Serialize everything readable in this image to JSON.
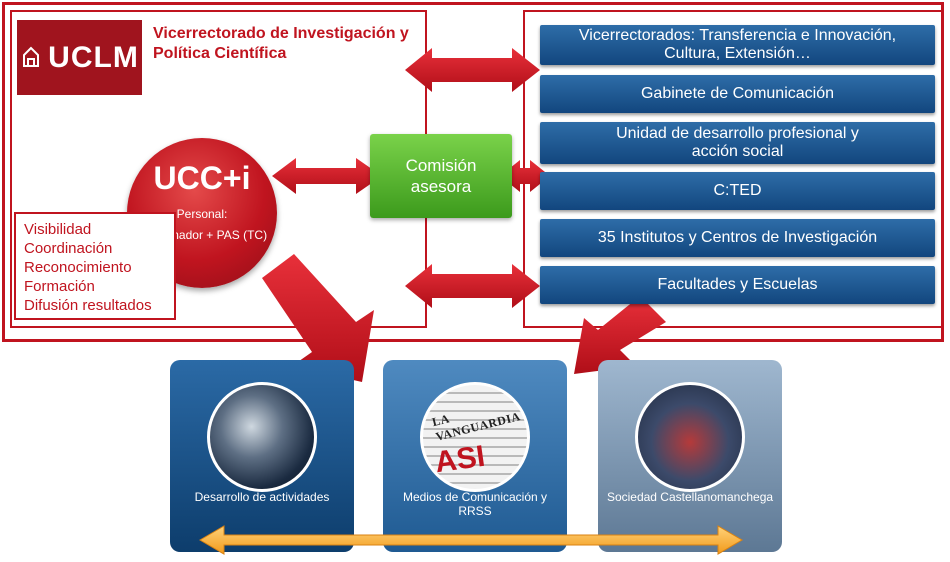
{
  "logo": {
    "icon": "uclm-emblem-icon",
    "text": "UCLM"
  },
  "title": {
    "line1": "Vicerrectorado de Investigación y",
    "line2": "Política Científica"
  },
  "ucc": {
    "title": "UCC+i",
    "line1": "Personal:",
    "line2": "Coordinador + PAS (TC)"
  },
  "functions": [
    "Visibilidad",
    "Coordinación",
    "Reconocimiento",
    "Formación",
    "Difusión resultados"
  ],
  "comision": {
    "line1": "Comisión",
    "line2": "asesora"
  },
  "right_boxes": [
    {
      "line1": "Vicerrectorados: Transferencia e Innovación,",
      "line2": "Cultura, Extensión…"
    },
    {
      "line1": "Gabinete de Comunicación",
      "line2": ""
    },
    {
      "line1": "Unidad de desarrollo profesional y",
      "line2": "acción social"
    },
    {
      "line1": "C:TED",
      "line2": ""
    },
    {
      "line1": "35 Institutos y Centros de Investigación",
      "line2": ""
    },
    {
      "line1": "Facultades y Escuelas",
      "line2": ""
    }
  ],
  "cards": [
    {
      "label": "Desarrollo de actividades",
      "photo": "science-collage-photo"
    },
    {
      "label": "Medios de Comunicación y RRSS",
      "photo": "newspapers-photo",
      "newspaper_header": "LA VANGUARDIA",
      "newspaper_mark": "ASI"
    },
    {
      "label": "Sociedad Castellanomanchega",
      "photo": "crowd-photo"
    }
  ],
  "colors": {
    "red": "#c0141f",
    "dark_red": "#a0141e",
    "blue": "#1d5a93",
    "green": "#4caf2a",
    "orange": "#f5a623"
  }
}
